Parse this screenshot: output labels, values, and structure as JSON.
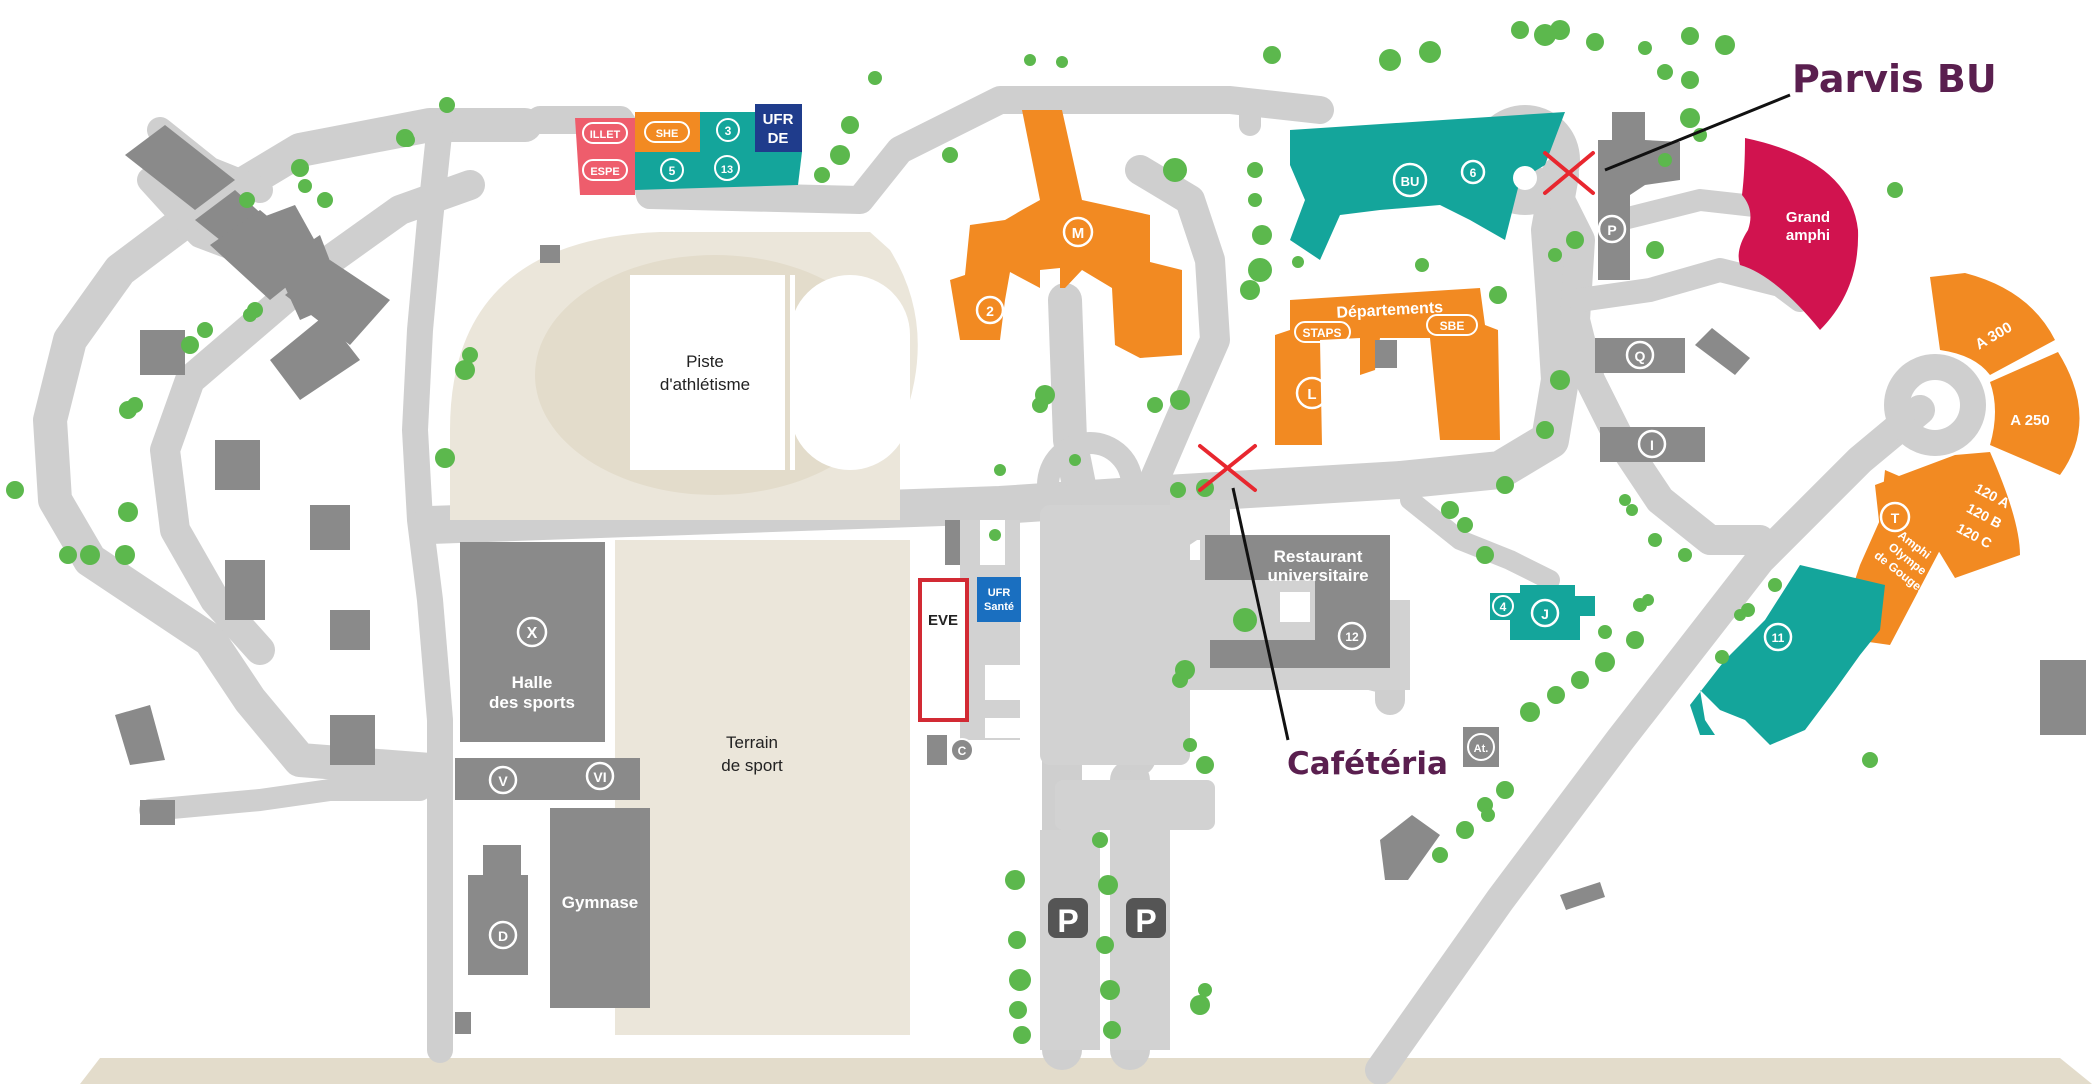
{
  "annotations": {
    "parvis": "Parvis BU",
    "cafeteria": "Cafétéria"
  },
  "labels": {
    "piste_1": "Piste",
    "piste_2": "d'athlétisme",
    "terrain_1": "Terrain",
    "terrain_2": "de sport",
    "halle_1": "Halle",
    "halle_2": "des sports",
    "gymnase": "Gymnase",
    "eve": "EVE",
    "ufr_sante_1": "UFR",
    "ufr_sante_2": "Santé",
    "resto_1": "Restaurant",
    "resto_2": "universitaire",
    "departements": "Départements",
    "staps": "STAPS",
    "sbe": "SBE",
    "grand_1": "Grand",
    "grand_2": "amphi",
    "a300": "A 300",
    "a250": "A 250",
    "a120a": "120 A",
    "a120b": "120 B",
    "a120c": "120 C",
    "amphi_1": "Amphi",
    "amphi_2": "Olympe",
    "amphi_3": "de Gouges",
    "illet": "ILLET",
    "espe": "ESPE",
    "she": "SHE",
    "ufrde_1": "UFR",
    "ufrde_2": "DE",
    "parking": "P"
  },
  "markers": {
    "x": "X",
    "v": "V",
    "vi": "VI",
    "d": "D",
    "c": "C",
    "m": "M",
    "two": "2",
    "bu": "BU",
    "six": "6",
    "p": "P",
    "q": "Q",
    "i": "I",
    "l": "L",
    "t": "T",
    "j": "J",
    "four": "4",
    "twelve": "12",
    "eleven": "11",
    "at": "At.",
    "three": "3",
    "five": "5",
    "thirteen": "13"
  },
  "colors": {
    "road": "#cfcfcf",
    "building": "#8a8a8a",
    "sand": "#ebe6da",
    "orange": "#f28a22",
    "teal": "#14a59b",
    "magenta": "#d1134f",
    "red_cross": "#e8272f",
    "annotation": "#5a1f4f",
    "tree": "#5cb84d",
    "blue": "#1a6fc0",
    "navy": "#1f3c8c",
    "pink": "#ee5d6c"
  }
}
